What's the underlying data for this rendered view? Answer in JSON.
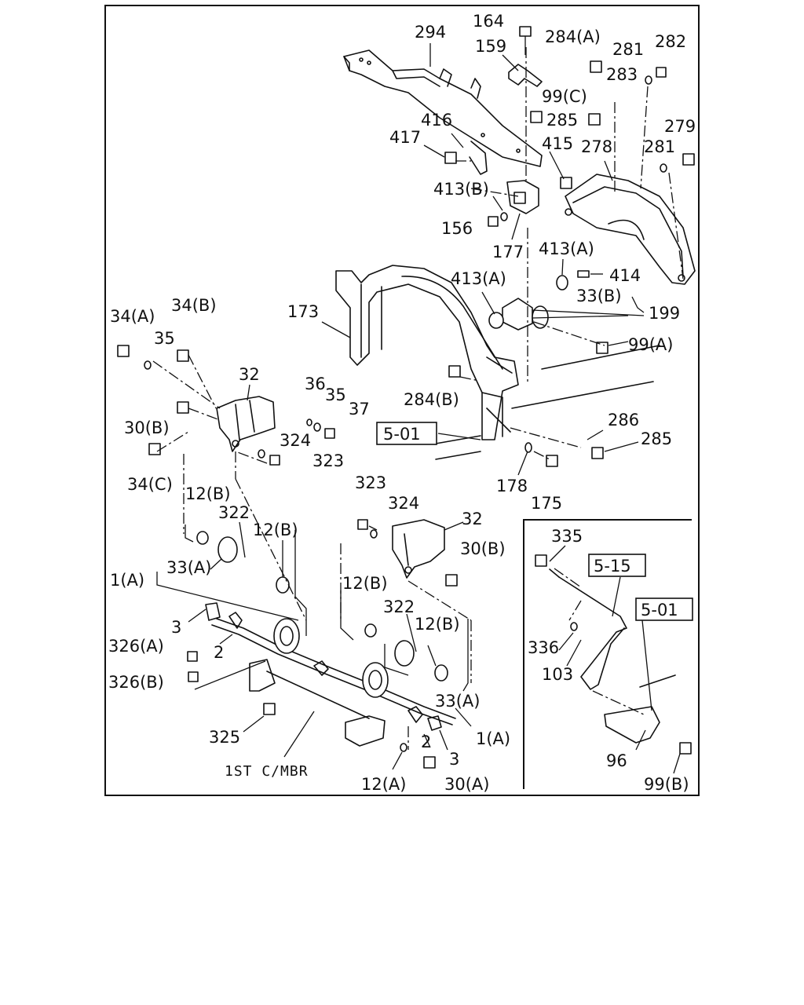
{
  "figure": {
    "labels": {
      "l164": "164",
      "l294": "294",
      "l159": "159",
      "l284a": "284(A)",
      "l281a": "281",
      "l282": "282",
      "l283": "283",
      "l99c": "99(C)",
      "l285a": "285",
      "l416": "416",
      "l417": "417",
      "l415": "415",
      "l278": "278",
      "l281b": "281",
      "l279": "279",
      "l413b": "413(B)",
      "l156": "156",
      "l177": "177",
      "l413a1": "413(A)",
      "l414": "414",
      "l413a2": "413(A)",
      "l33b": "33(B)",
      "l199": "199",
      "l99a": "99(A)",
      "l173": "173",
      "l34a": "34(A)",
      "l34b": "34(B)",
      "l35a": "35",
      "l32a": "32",
      "l36": "36",
      "l35b": "35",
      "l37": "37",
      "l30b1": "30(B)",
      "l324a": "324",
      "l323a": "323",
      "l34c": "34(C)",
      "l284b": "284(B)",
      "l286": "286",
      "l285b": "285",
      "l178": "178",
      "l175": "175",
      "l12b1": "12(B)",
      "l322a": "322",
      "l12b2": "12(B)",
      "l33a1": "33(A)",
      "l1a1": "1(A)",
      "l3a": "3",
      "l2a": "2",
      "l326a": "326(A)",
      "l326b": "326(B)",
      "l325": "325",
      "l323b": "323",
      "l324b": "324",
      "l32b": "32",
      "l30b2": "30(B)",
      "l12b3": "12(B)",
      "l322b": "322",
      "l12b4": "12(B)",
      "l33a2": "33(A)",
      "l1a2": "1(A)",
      "l2b": "2",
      "l3b": "3",
      "l12a": "12(A)",
      "l30a": "30(A)",
      "l335": "335",
      "l336": "336",
      "l103": "103",
      "l96": "96",
      "l99b": "99(B)"
    },
    "ref_boxes": {
      "r501a": "5-01",
      "r515": "5-15",
      "r501b": "5-01"
    },
    "note": "1ST C/MBR"
  }
}
